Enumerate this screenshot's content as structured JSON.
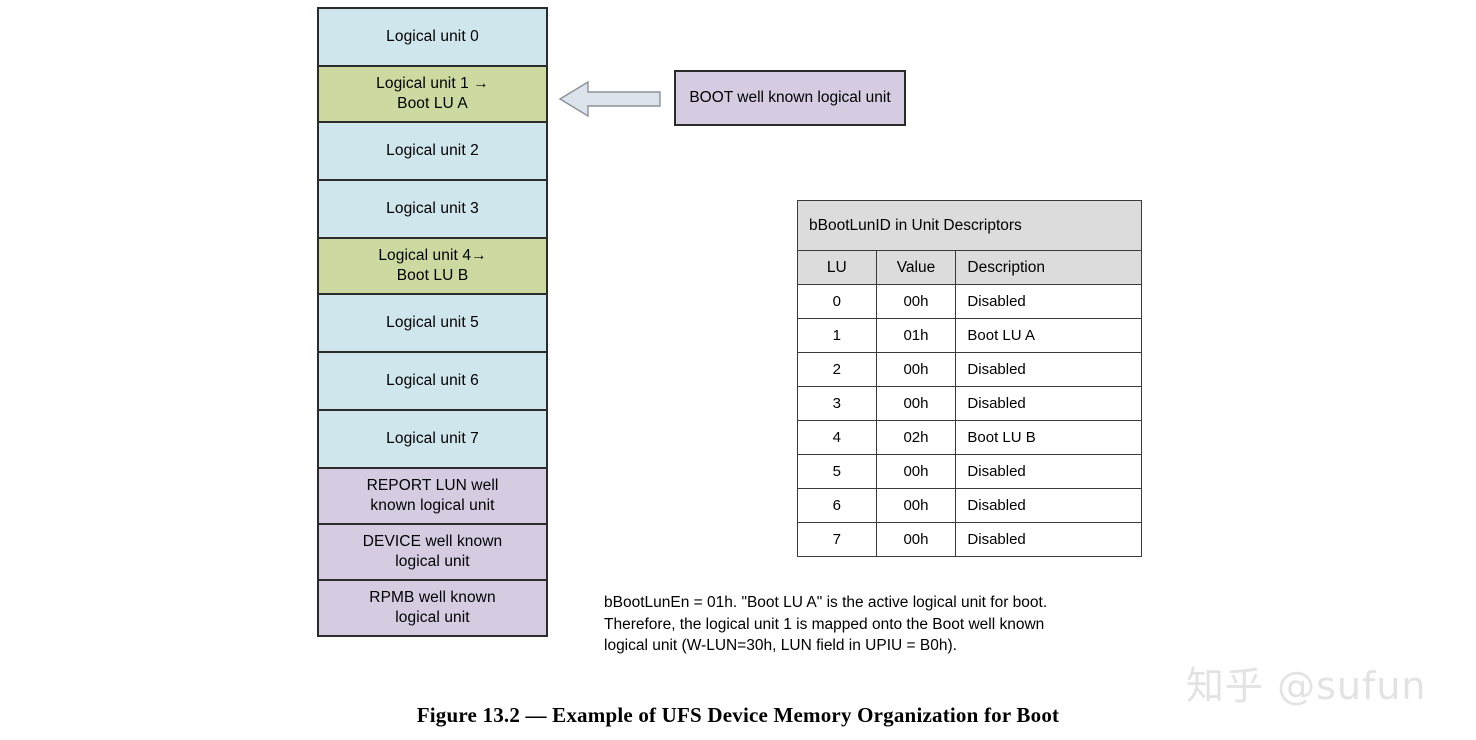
{
  "figure": {
    "caption": "Figure 13.2 — Example of UFS Device Memory Organization for Boot"
  },
  "lu_stack": {
    "cells": [
      {
        "line1": "Logical unit 0",
        "line2": "",
        "color": "#cfe6ec",
        "kind": "normal"
      },
      {
        "line1": "Logical unit 1 →",
        "line2": "Boot LU A",
        "color": "#ccd9a0",
        "kind": "boot"
      },
      {
        "line1": "Logical unit 2",
        "line2": "",
        "color": "#cfe6ec",
        "kind": "normal"
      },
      {
        "line1": "Logical unit 3",
        "line2": "",
        "color": "#cfe6ec",
        "kind": "normal"
      },
      {
        "line1": "Logical unit 4→",
        "line2": "Boot LU B",
        "color": "#ccd9a0",
        "kind": "boot"
      },
      {
        "line1": "Logical unit 5",
        "line2": "",
        "color": "#cfe6ec",
        "kind": "normal"
      },
      {
        "line1": "Logical unit 6",
        "line2": "",
        "color": "#cfe6ec",
        "kind": "normal"
      },
      {
        "line1": "Logical unit 7",
        "line2": "",
        "color": "#cfe6ec",
        "kind": "normal"
      },
      {
        "line1": "REPORT LUN well",
        "line2": "known logical unit",
        "color": "#d5cce2",
        "kind": "well-known"
      },
      {
        "line1": "DEVICE well known",
        "line2": "logical unit",
        "color": "#d5cce2",
        "kind": "well-known"
      },
      {
        "line1": "RPMB well known",
        "line2": "logical unit",
        "color": "#d5cce2",
        "kind": "well-known"
      }
    ]
  },
  "callout": {
    "line1": "BOOT well known",
    "line2": "logical unit",
    "arrow_icon": "left-arrow-icon",
    "fill_color": "#d5cce2",
    "arrow_fill_color": "#dde3ea"
  },
  "table": {
    "title": "bBootLunID in Unit Descriptors",
    "columns": [
      "LU",
      "Value",
      "Description"
    ],
    "rows": [
      {
        "lu": "0",
        "value": "00h",
        "description": "Disabled"
      },
      {
        "lu": "1",
        "value": "01h",
        "description": "Boot LU A"
      },
      {
        "lu": "2",
        "value": "00h",
        "description": "Disabled"
      },
      {
        "lu": "3",
        "value": "00h",
        "description": "Disabled"
      },
      {
        "lu": "4",
        "value": "02h",
        "description": "Boot LU B"
      },
      {
        "lu": "5",
        "value": "00h",
        "description": "Disabled"
      },
      {
        "lu": "6",
        "value": "00h",
        "description": "Disabled"
      },
      {
        "lu": "7",
        "value": "00h",
        "description": "Disabled"
      }
    ],
    "header_fill_color": "#dcdcdc"
  },
  "note": "bBootLunEn = 01h. \"Boot LU A\" is the active logical unit for boot.\nTherefore, the logical unit 1 is mapped onto the Boot well known\nlogical unit (W-LUN=30h, LUN field in UPIU = B0h).",
  "watermark": {
    "text": "知乎 @sufun"
  }
}
